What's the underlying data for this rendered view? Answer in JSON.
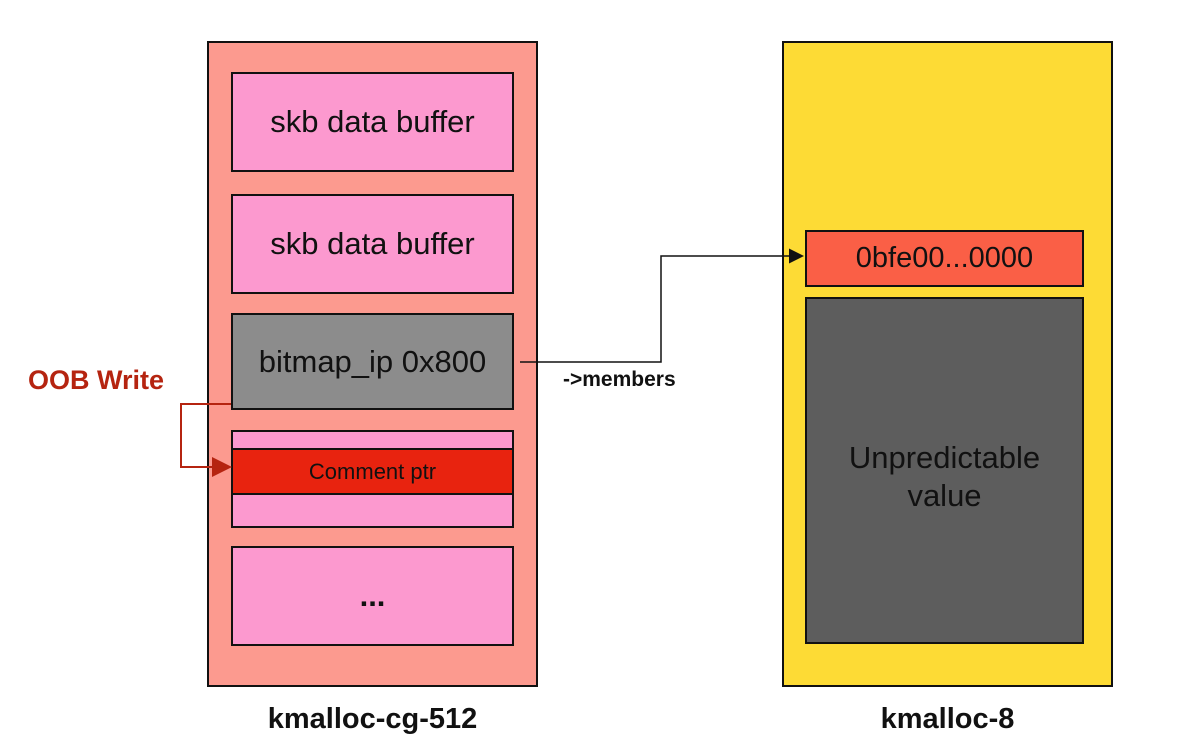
{
  "left_slab": {
    "title": "kmalloc-cg-512",
    "chunks": {
      "skb1": "skb data buffer",
      "skb2": "skb data buffer",
      "bitmap": "bitmap_ip 0x800",
      "comment": "Comment ptr",
      "ellipsis": "..."
    }
  },
  "right_slab": {
    "title": "kmalloc-8",
    "members_value": "0bfe00...0000",
    "unpredictable": "Unpredictable value"
  },
  "annotations": {
    "oob_write": "OOB Write",
    "members": "->members"
  },
  "colors": {
    "left_slab_fill": "#fc9a8f",
    "chunk_pink": "#fc99cf",
    "bitmap_gray": "#8c8c8c",
    "comment_red": "#e8230f",
    "right_slab_fill": "#fddb35",
    "members_fill": "#fa5f46",
    "dark_gray": "#5d5d5d",
    "oob_red": "#b52410"
  }
}
